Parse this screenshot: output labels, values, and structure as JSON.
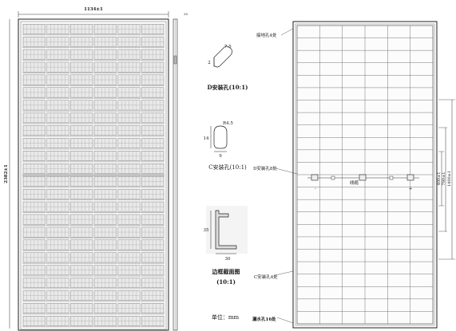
{
  "front_view": {
    "width_label": "1134±1",
    "height_label": "2382±1",
    "side_label": "35"
  },
  "detail_d": {
    "dim_v": "2",
    "dim_r": "7.5",
    "caption": "D安装孔(10:1)"
  },
  "detail_c": {
    "dim_v": "14",
    "dim_r": "R4.5",
    "dim_h": "9",
    "caption": "C安装孔(10:1)"
  },
  "frame_section": {
    "dim_v": "35",
    "dim_h": "30",
    "caption_line1": "边框截面图",
    "caption_line2": "(10:1)"
  },
  "unit_label": "单位：mm",
  "back_view": {
    "ground_hole_label": "接地孔4处",
    "d_hole_label": "D安装孔8处",
    "cable_label": "线缆",
    "plus_sign": "+",
    "minus_sign": "-",
    "c_hole_label": "C安装孔4处",
    "drain_hole_label": "漏水孔16处",
    "dim_400": "400±1",
    "dim_790": "790±1",
    "dim_1400": "1400±1"
  }
}
